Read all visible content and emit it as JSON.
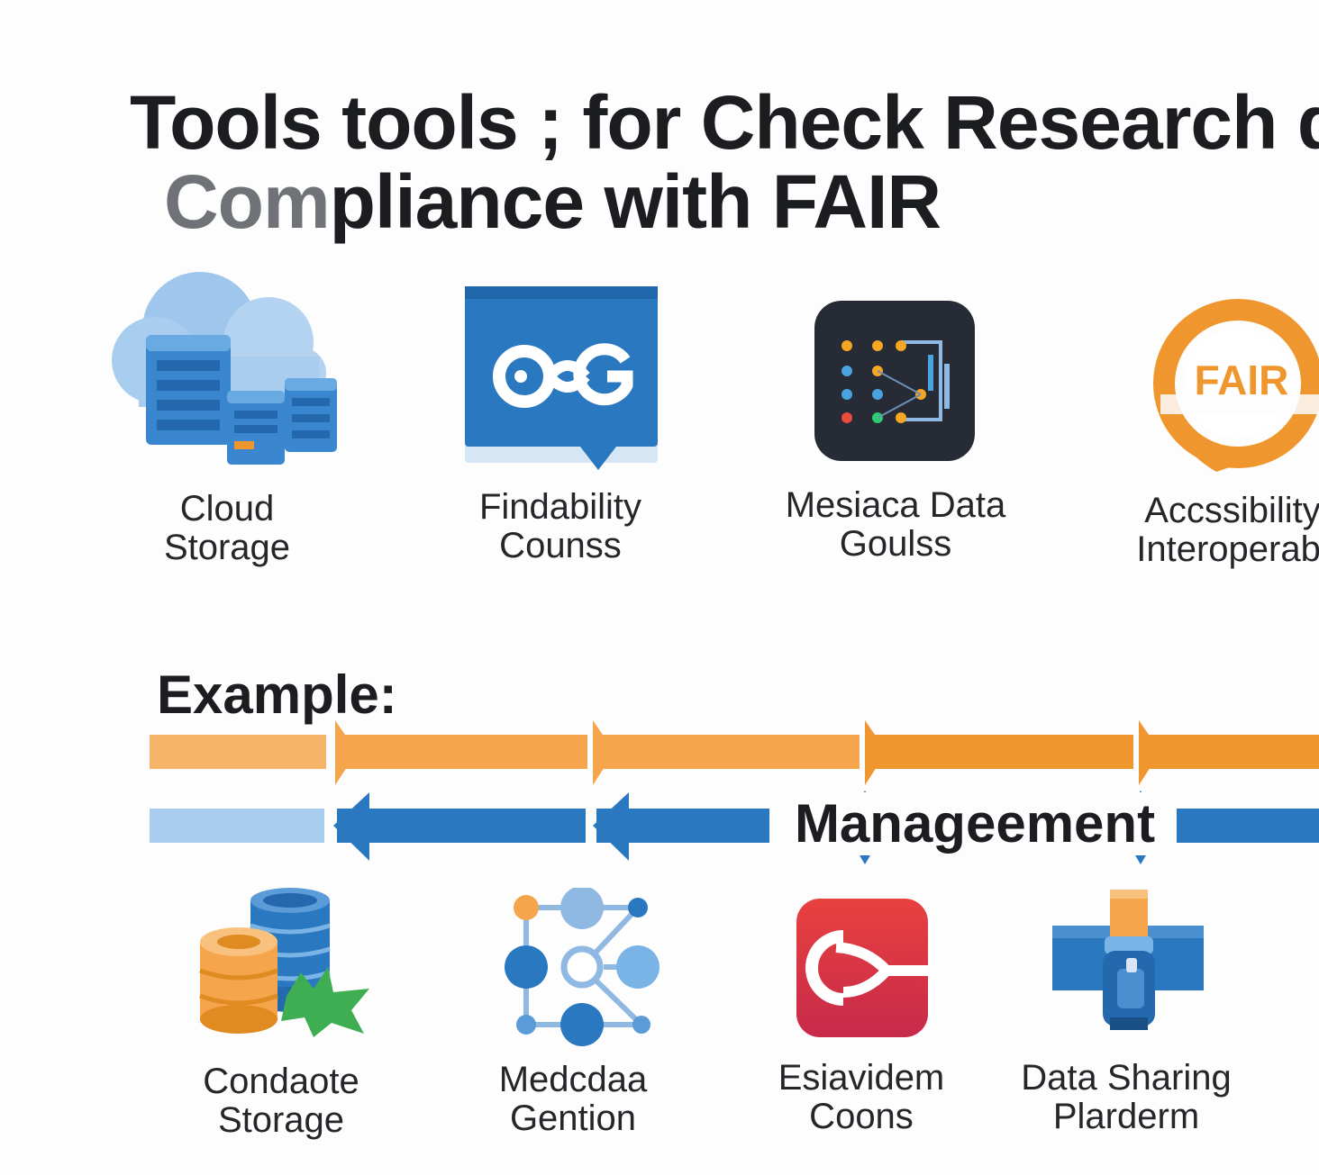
{
  "title": {
    "line1": "Tools tools ; for Check Research da",
    "line2_faded": "Com",
    "line2_rest": "pliance with FAIR"
  },
  "top_tools": [
    {
      "icon": "cloud-storage-icon",
      "label_line1": "Cloud",
      "label_line2": "Storage"
    },
    {
      "icon": "findability-icon",
      "label_line1": "Findability",
      "label_line2": "Counss"
    },
    {
      "icon": "metadata-graph-icon",
      "label_line1": "Mesiaca Data",
      "label_line2": "Goulss"
    },
    {
      "icon": "fair-badge-icon",
      "badge_text": "FAIR",
      "label_line1": "Accssibility",
      "label_line2": "Interoperabi"
    }
  ],
  "example": {
    "heading": "Example:",
    "flow_label": "Manageement"
  },
  "bottom_tools": [
    {
      "icon": "database-storage-icon",
      "label_line1": "Condaote",
      "label_line2": "Storage"
    },
    {
      "icon": "metadata-network-icon",
      "label_line1": "Medcdaa",
      "label_line2": "Gention"
    },
    {
      "icon": "red-app-icon",
      "label_line1": "Esiavidem",
      "label_line2": "Coons"
    },
    {
      "icon": "data-sharing-icon",
      "label_line1": "Data Sharing",
      "label_line2": "Plarderm"
    }
  ],
  "colors": {
    "orange": "#f0962e",
    "orange_light": "#f6b46a",
    "blue": "#2a78c0",
    "blue_light": "#a8cdee",
    "dark_tile": "#262b36",
    "red": "#d8303e"
  }
}
